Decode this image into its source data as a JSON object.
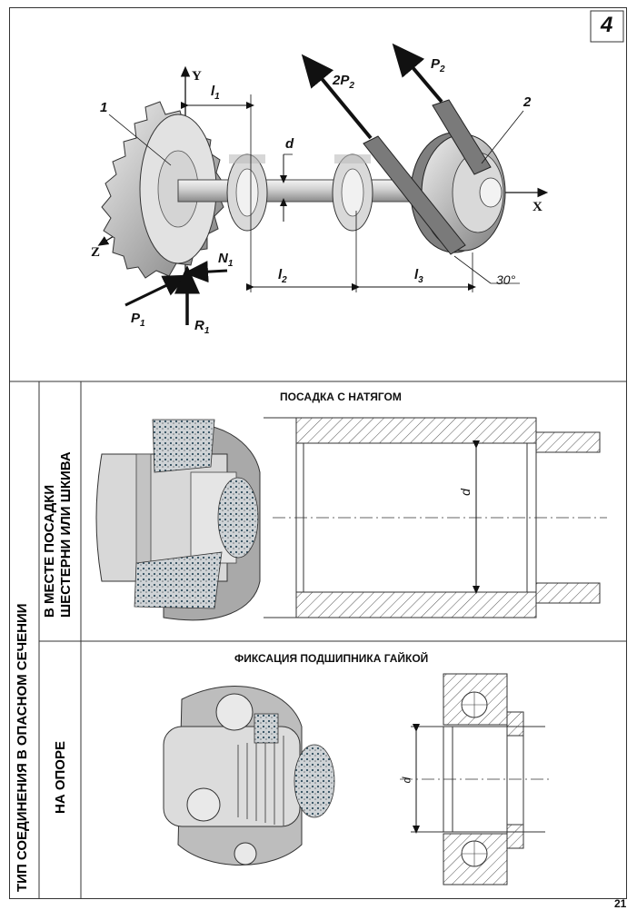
{
  "page_number": "4",
  "footer_page": "21",
  "top_figure": {
    "axes": {
      "y": "Y",
      "z": "Z",
      "x": "X"
    },
    "parts": {
      "gear": "1",
      "pulley": "2"
    },
    "dimensions": {
      "l1": "l",
      "l1_sub": "1",
      "l2": "l",
      "l2_sub": "2",
      "l3": "l",
      "l3_sub": "3",
      "d": "d"
    },
    "forces": {
      "two_p2": "2P",
      "two_p2_sub": "2",
      "p2": "P",
      "p2_sub": "2",
      "p1": "P",
      "p1_sub": "1",
      "r1": "R",
      "r1_sub": "1",
      "n1": "N",
      "n1_sub": "1"
    },
    "angle": "30°"
  },
  "side_labels": {
    "main": "ТИП СОЕДИНЕНИЯ В ОПАСНОМ СЕЧЕНИИ",
    "row1_line1": "В МЕСТЕ ПОСАДКИ",
    "row1_line2": "ШЕСТЕРНИ ИЛИ ШКИВА",
    "row2": "НА ОПОРЕ"
  },
  "row1": {
    "title": "ПОСАДКА С НАТЯГОМ",
    "dim": "d"
  },
  "row2": {
    "title": "ФИКСАЦИЯ ПОДШИПНИКА ГАЙКОЙ",
    "dim": "d"
  }
}
